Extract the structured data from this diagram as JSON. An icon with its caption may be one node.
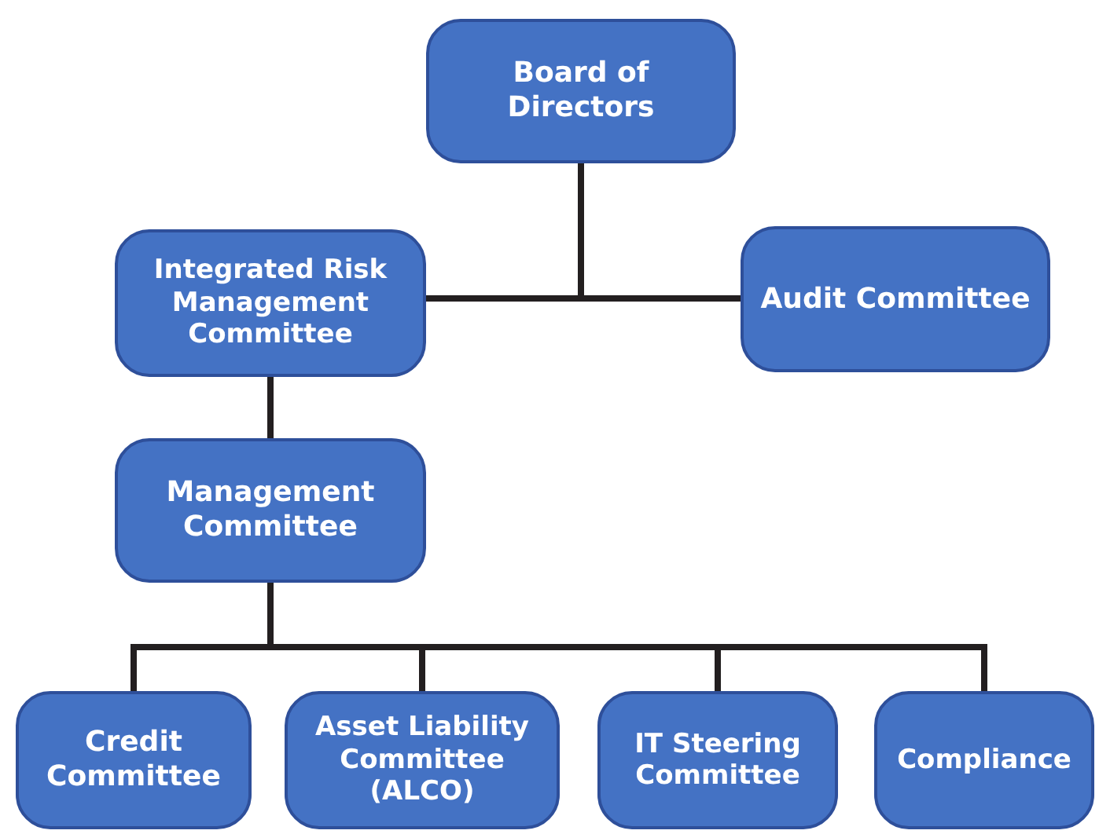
{
  "diagram": {
    "nodes": [
      {
        "text": [
          "Board of Directors"
        ]
      },
      {
        "text": [
          "Integrated Risk Management Committee"
        ]
      },
      {
        "text": [
          "Audit Committee"
        ]
      },
      {
        "text": [
          "Management Committee"
        ]
      },
      {
        "text": [
          "Credit Committee"
        ]
      },
      {
        "text": [
          "Asset Liability Committee (ALCO)"
        ]
      },
      {
        "text": [
          "IT Steering Committee"
        ]
      },
      {
        "text": [
          "Compliance"
        ]
      }
    ],
    "edges": [
      {
        "from": 0,
        "to": 1,
        "arrow": "none"
      },
      {
        "from": 0,
        "to": 2,
        "arrow": "none"
      },
      {
        "from": 1,
        "to": 3,
        "arrow": "none"
      },
      {
        "from": 3,
        "to": 4,
        "arrow": "none"
      },
      {
        "from": 3,
        "to": 5,
        "arrow": "none"
      },
      {
        "from": 3,
        "to": 6,
        "arrow": "none"
      },
      {
        "from": 3,
        "to": 7,
        "arrow": "none"
      }
    ]
  }
}
